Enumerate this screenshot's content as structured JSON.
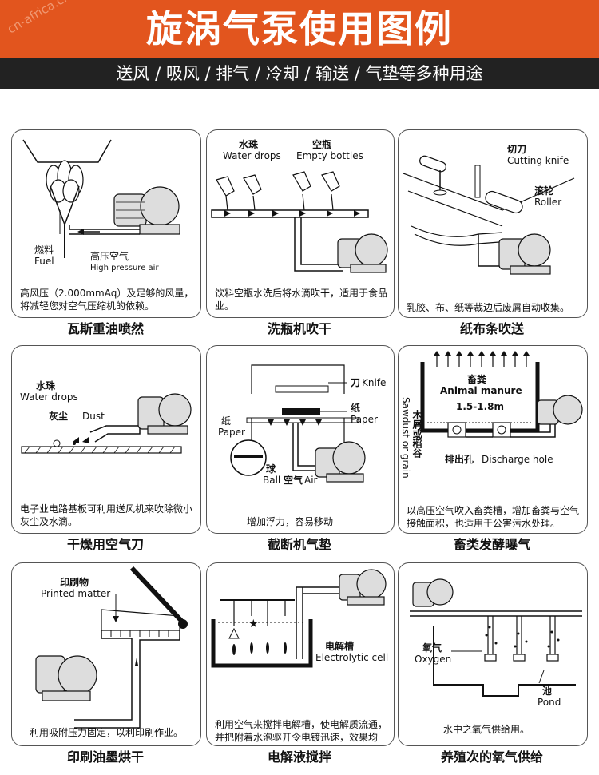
{
  "header": {
    "title": "旋涡气泵使用图例",
    "watermark": "cn-africa.cn",
    "subtitle": "送风 / 吸风 / 排气 / 冷却 / 输送 / 气垫等多种用途"
  },
  "panels": [
    {
      "caption": "瓦斯重油喷然",
      "desc": "高风压（2.000mmAq）及足够的风量，将减轻您对空气压缩机的依赖。",
      "labels": {
        "fuel_cn": "燃料",
        "fuel_en": "Fuel",
        "air_cn": "高压空气",
        "air_en": "High pressure air"
      }
    },
    {
      "caption": "洗瓶机吹干",
      "desc": "饮料空瓶水洗后将水滴吹干，适用于食品业。",
      "labels": {
        "drops_cn": "水珠",
        "drops_en": "Water drops",
        "bottles_cn": "空瓶",
        "bottles_en": "Empty bottles"
      }
    },
    {
      "caption": "纸布条吹送",
      "desc": "乳胶、布、纸等裁边后废屑自动收集。",
      "labels": {
        "knife_cn": "切刀",
        "knife_en": "Cutting knife",
        "roller_cn": "滚轮",
        "roller_en": "Roller"
      }
    },
    {
      "caption": "干燥用空气刀",
      "desc": "电子业电路基板可利用送风机来吹除微小灰尘及水滴。",
      "labels": {
        "drops_cn": "水珠",
        "drops_en": "Water drops",
        "dust_cn": "灰尘",
        "dust_en": "Dust"
      }
    },
    {
      "caption": "截断机气垫",
      "desc": "增加浮力，容易移动",
      "labels": {
        "knife_cn": "刀",
        "knife_en": "Knife",
        "paper_cn": "纸",
        "paper_en": "Paper",
        "paper2_cn": "纸",
        "paper2_en": "Paper",
        "ball_cn": "球",
        "ball_en": "Ball",
        "air_cn": "空气",
        "air_en": "Air"
      }
    },
    {
      "caption": "畜类发酵曝气",
      "desc": "以高压空气吹入畜粪槽，增加畜粪与空气接触面积，也适用于公害污水处理。",
      "labels": {
        "manure_cn": "畜粪",
        "manure_en": "Animal manure",
        "depth": "1.5-1.8m",
        "sawdust_cn": "木屑或稻谷",
        "sawdust_en": "Sawdust or grain",
        "hole_cn": "排出孔",
        "hole_en": "Discharge hole"
      }
    },
    {
      "caption": "印刷油墨烘干",
      "desc": "利用吸附压力固定，以利印刷作业。",
      "labels": {
        "printed_cn": "印刷物",
        "printed_en": "Printed matter"
      }
    },
    {
      "caption": "电解液搅拌",
      "desc": "利用空气来搅拌电解槽，使电解质流通，并把附着水泡驱开令电镀迅速，效果均匀。",
      "labels": {
        "cell_cn": "电解槽",
        "cell_en": "Electrolytic cell"
      }
    },
    {
      "caption": "养殖次的氧气供给",
      "desc": "水中之氧气供给用。",
      "labels": {
        "oxygen_cn": "氧气",
        "oxygen_en": "Oxygen",
        "pond_cn": "池",
        "pond_en": "Pond"
      }
    }
  ],
  "colors": {
    "banner": "#e2551e",
    "subbar": "#222222",
    "line": "#111111"
  }
}
